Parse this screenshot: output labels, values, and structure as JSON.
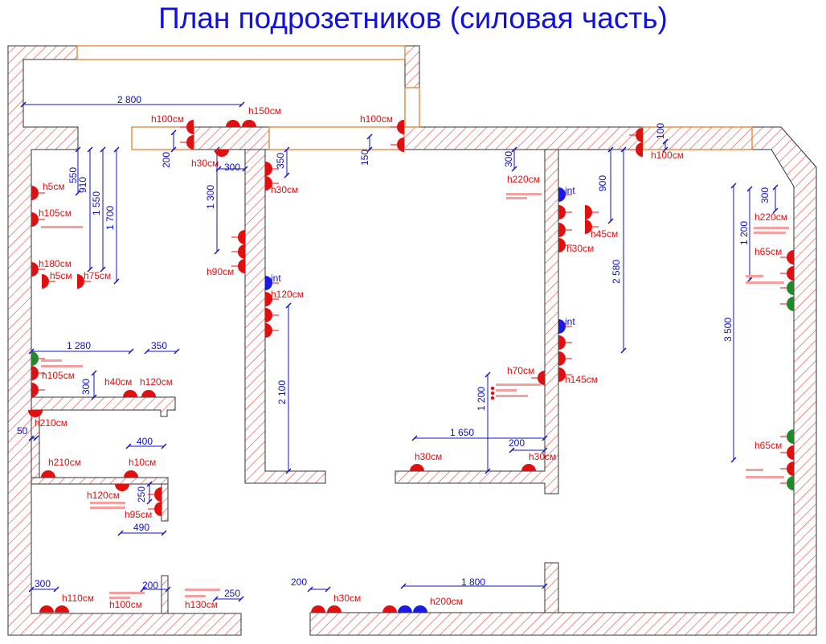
{
  "title": "План подрозетников (силовая часть)",
  "colors": {
    "dimension": "#1010c0",
    "power_socket": "#e01010",
    "data_socket": "#1a1ae0",
    "ground_socket": "#1e8a2a",
    "wall_hatch": "#e05050",
    "opening": "#e07820"
  },
  "height_labels": [
    "h150см",
    "h100см",
    "h100см",
    "h30см",
    "h100см",
    "h30см",
    "h220см",
    "h5см",
    "h105см",
    "h45см",
    "h30см",
    "h180см",
    "h5см",
    "h75см",
    "h90см",
    "h120см",
    "h220см",
    "h65см",
    "h70см",
    "h145см",
    "h105см",
    "h40см",
    "h120см",
    "h210см",
    "h210см",
    "h10см",
    "h30см",
    "h30см",
    "h65см",
    "h120см",
    "h95см",
    "h110см",
    "h100см",
    "h130см",
    "h30см",
    "h200см"
  ],
  "type_labels": [
    "int",
    "int",
    "int"
  ],
  "dimensions": [
    "2 800",
    "200",
    "300",
    "350",
    "150",
    "300",
    "100",
    "550",
    "910",
    "1 550",
    "1 700",
    "1 300",
    "900",
    "2 580",
    "300",
    "1 200",
    "3 500",
    "1 280",
    "350",
    "300",
    "2 100",
    "1 200",
    "1 650",
    "200",
    "50",
    "400",
    "250",
    "490",
    "300",
    "200",
    "250",
    "200",
    "1 800"
  ]
}
